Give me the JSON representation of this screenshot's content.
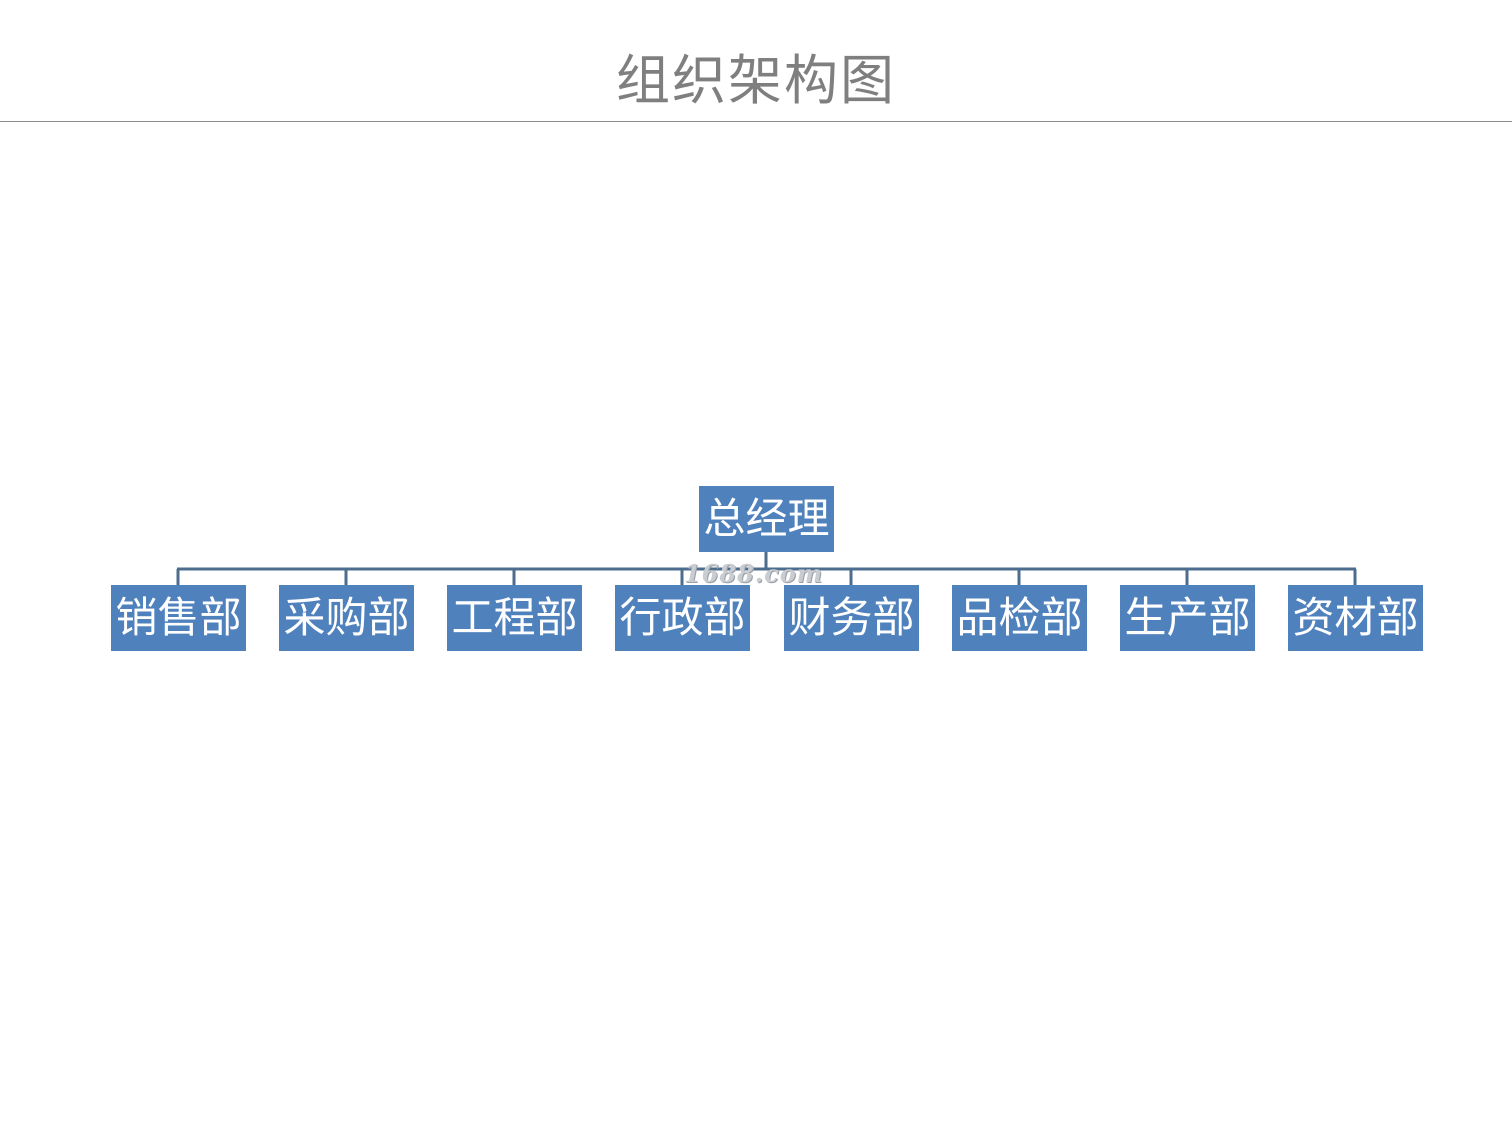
{
  "title": "组织架构图",
  "root": {
    "label": "总经理"
  },
  "departments": [
    {
      "label": "销售部"
    },
    {
      "label": "采购部"
    },
    {
      "label": "工程部"
    },
    {
      "label": "行政部"
    },
    {
      "label": "财务部"
    },
    {
      "label": "品检部"
    },
    {
      "label": "生产部"
    },
    {
      "label": "资材部"
    }
  ],
  "watermark": "1688.com",
  "colors": {
    "node_fill": "#4f81bd",
    "node_text": "#ffffff",
    "connector": "#4c6d8e",
    "title_text": "#7f7f7f"
  }
}
